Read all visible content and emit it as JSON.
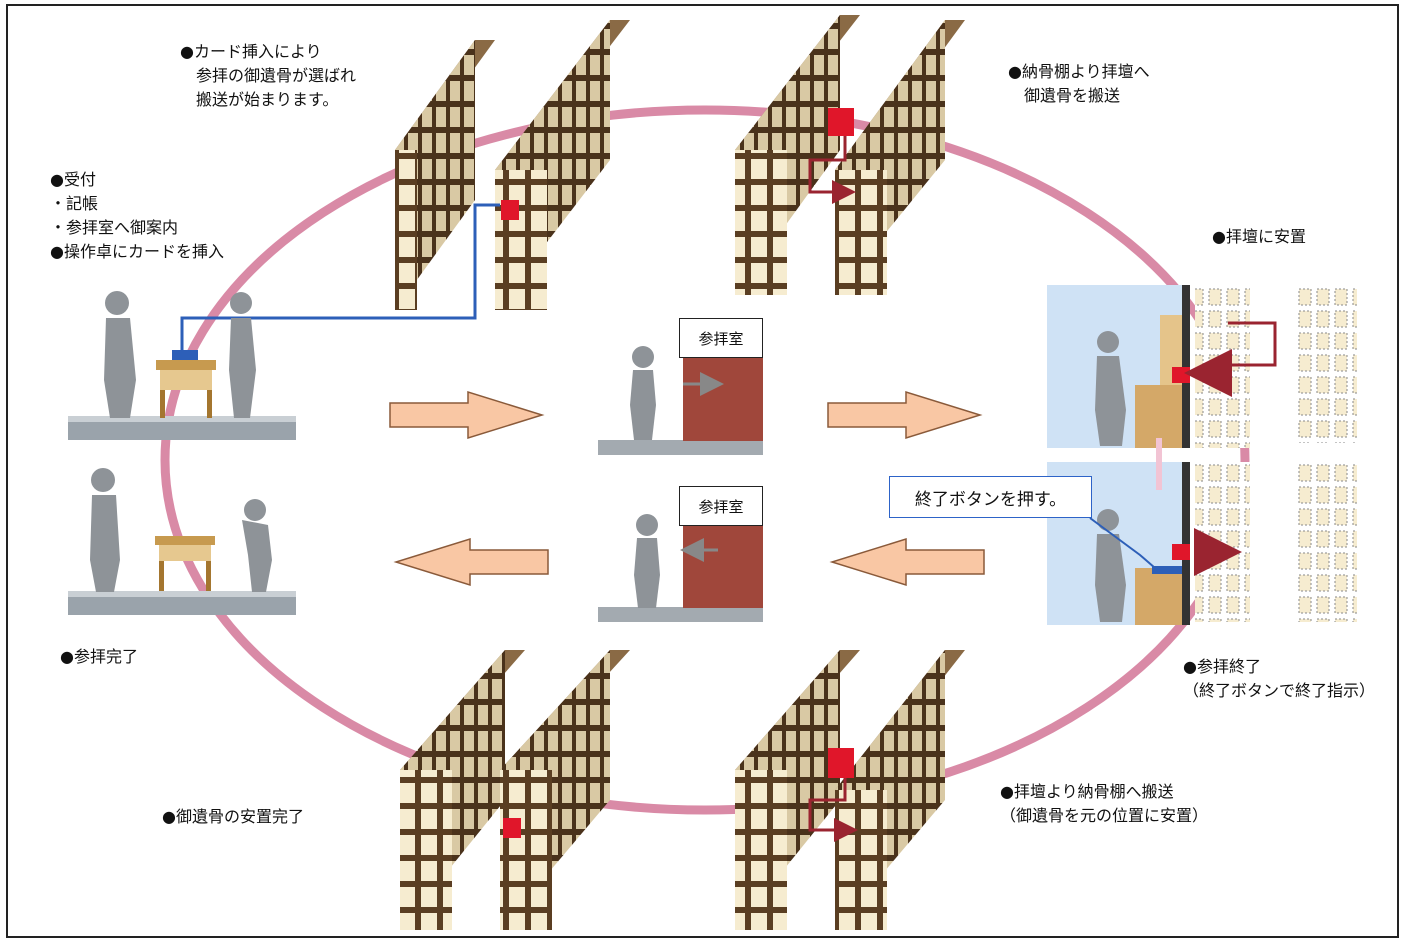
{
  "labels": {
    "card_insert": [
      "●カード挿入により",
      "　参拝の御遺骨が選ばれ",
      "　搬送が始まります。"
    ],
    "transport_to_altar": [
      "●納骨棚より拝壇へ",
      "　御遺骨を搬送"
    ],
    "reception": [
      "●受付",
      "・記帳",
      "・参拝室へ御案内",
      "●操作卓にカードを挿入"
    ],
    "placed_on_altar": [
      "●拝壇に安置"
    ],
    "visit_complete": [
      "●参拝完了"
    ],
    "visit_end": [
      "●参拝終了",
      "（終了ボタンで終了指示）"
    ],
    "remains_settled": [
      "●御遺骨の安置完了"
    ],
    "return_transport": [
      "●拝壇より納骨棚へ搬送",
      "（御遺骨を元の位置に安置）"
    ]
  },
  "room_label": "参拝室",
  "end_button_callout": "終了ボタンを押す。",
  "colors": {
    "cycle_ring": "#d98aa6",
    "flow_arrow_fill": "#f9c7a4",
    "flow_arrow_stroke": "#8a5a3a",
    "shelf_frame": "#5a3e22",
    "shelf_cell": "#f6ecd0",
    "selected_box": "#e0162a",
    "transport_arrow": "#9a2430",
    "card_path": "#2d5fb8",
    "booth_wall": "#cfe2f5"
  }
}
